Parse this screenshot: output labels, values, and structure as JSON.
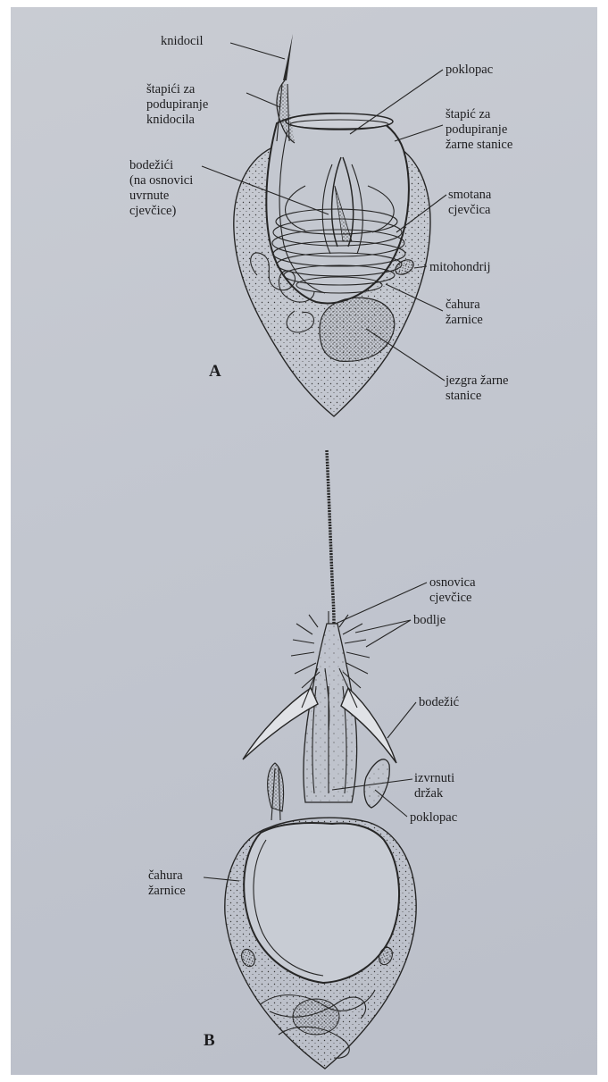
{
  "figure_a": {
    "letter": "A",
    "labels": {
      "knidocil": "knidocil",
      "stapici": "štapići za\npodupiranje\nknidocila",
      "bodezici": "bodežići\n(na osnovici\nuvrnute\ncjevčice)",
      "poklopac": "poklopac",
      "stapic": "štapić za\npodupiranje\nžarne stanice",
      "smotana": "smotana\ncjevčica",
      "mitohondrij": "mitohondrij",
      "cahura": "čahura\nžarnice",
      "jezgra": "jezgra žarne\nstanice"
    }
  },
  "figure_b": {
    "letter": "B",
    "labels": {
      "osnovica": "osnovica\ncjevčice",
      "bodlje": "bodlje",
      "bodezic": "bodežić",
      "izvrnuti": "izvrnuti\ndržak",
      "poklopac": "poklopac",
      "cahura": "čahura\nžarnice"
    }
  }
}
